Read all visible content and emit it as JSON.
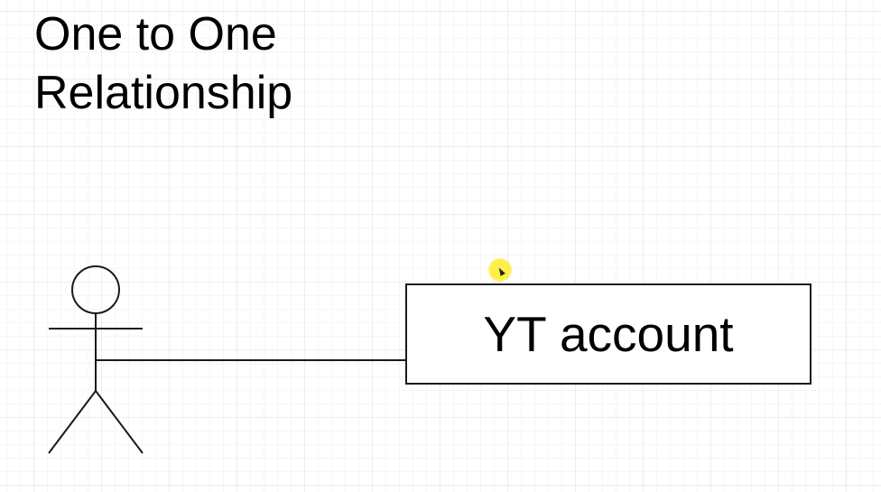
{
  "title": {
    "line1": "One to One",
    "line2": "Relationship"
  },
  "entity": {
    "label": "YT account"
  },
  "colors": {
    "stroke": "#1a1a1a",
    "text": "#000000",
    "grid": "#ededed",
    "cursor_highlight": "#ffeb28"
  },
  "icons": {
    "actor": "stick-figure-actor-icon",
    "cursor": "mouse-pointer-icon"
  }
}
